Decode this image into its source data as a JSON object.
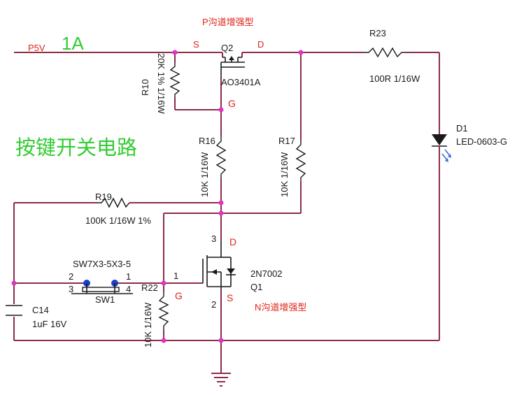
{
  "title_p": "P沟道增强型",
  "title_n": "N沟道增强型",
  "heading": "按键开关电路",
  "power": {
    "net": "P5V",
    "current": "1A"
  },
  "q2": {
    "ref": "Q2",
    "part": "AO3401A",
    "s": "S",
    "d": "D",
    "g": "G"
  },
  "q1": {
    "ref": "Q1",
    "part": "2N7002",
    "d": "D",
    "g": "G",
    "s": "S",
    "pin_d": "3",
    "pin_g": "1",
    "pin_s": "2"
  },
  "r10": {
    "ref": "R10",
    "value": "20K 1% 1/16W"
  },
  "r16": {
    "ref": "R16",
    "value": "10K 1/16W"
  },
  "r17": {
    "ref": "R17",
    "value": "10K 1/16W"
  },
  "r19": {
    "ref": "R19",
    "value": "100K 1/16W 1%"
  },
  "r22": {
    "ref": "R22",
    "value": "10K 1/16W"
  },
  "r23": {
    "ref": "R23",
    "value": "100R 1/16W"
  },
  "d1": {
    "ref": "D1",
    "part": "LED-0603-G"
  },
  "c14": {
    "ref": "C14",
    "value": "1uF 16V"
  },
  "sw1": {
    "ref": "SW1",
    "part": "SW7X3-5X3-5",
    "pin1": "1",
    "pin2": "2",
    "pin3": "3",
    "pin4": "4"
  },
  "colors": {
    "wire": "#8b2d4a",
    "junction": "#e033c8",
    "label_red": "#e0241b",
    "label_green": "#33cc33"
  }
}
